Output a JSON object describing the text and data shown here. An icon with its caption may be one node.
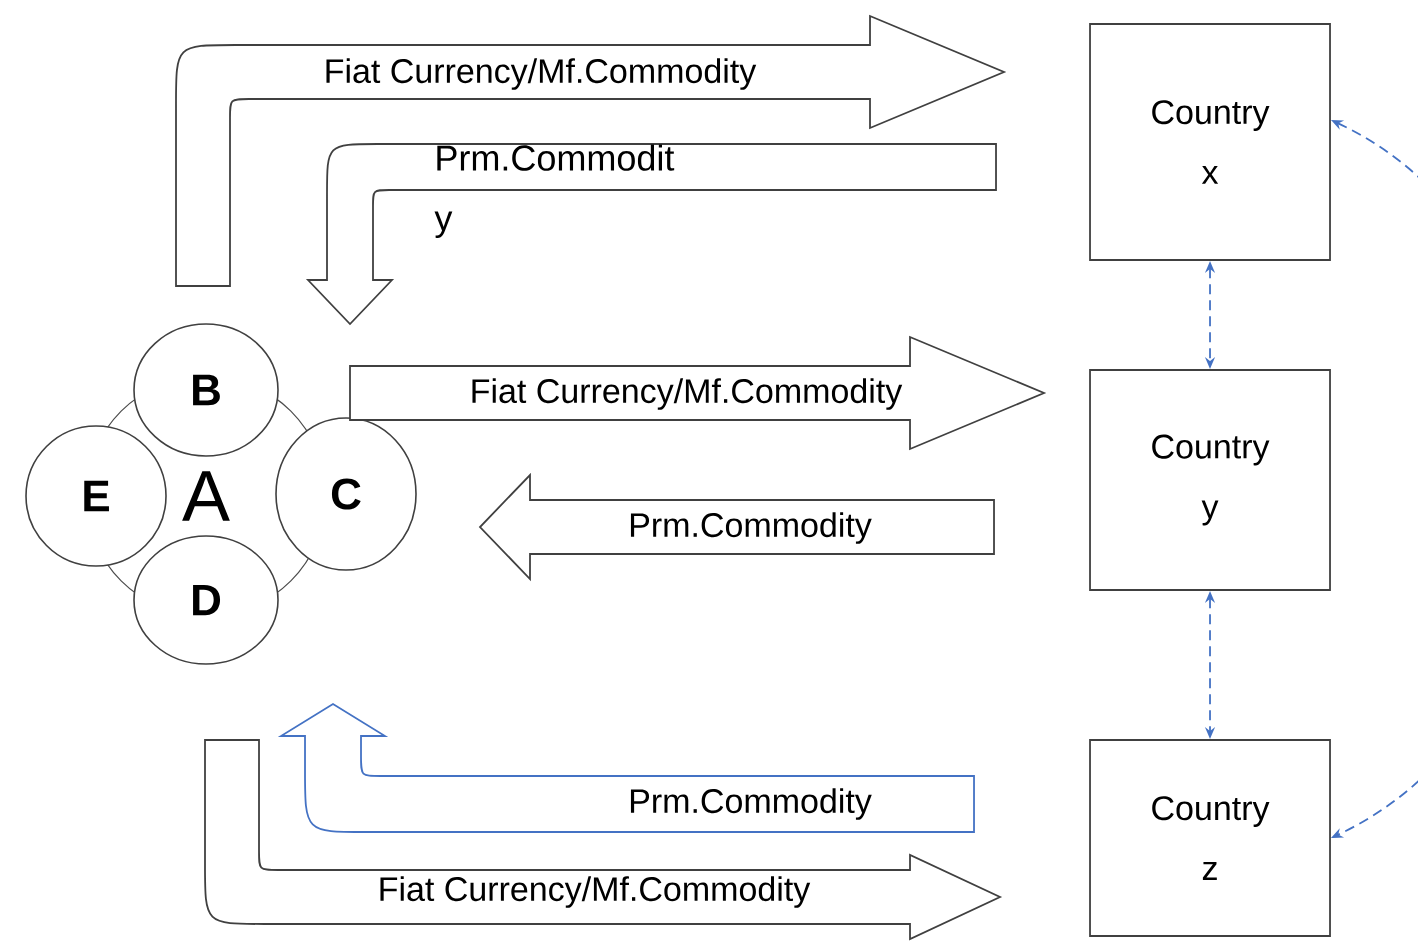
{
  "diagram": {
    "nodes": [
      {
        "text": [
          "A"
        ]
      },
      {
        "text": [
          "B"
        ]
      },
      {
        "text": [
          "C"
        ]
      },
      {
        "text": [
          "D"
        ]
      },
      {
        "text": [
          "E"
        ]
      },
      {
        "text": [
          "Country x"
        ]
      },
      {
        "text": [
          "Country y"
        ]
      },
      {
        "text": [
          "Country z"
        ]
      }
    ],
    "edges": [
      {
        "from": 0,
        "to": 5,
        "arrow": "to",
        "label": "Fiat Currency/Mf.Commodity"
      },
      {
        "from": 5,
        "to": 0,
        "arrow": "to",
        "label": "Prm.Commodit y"
      },
      {
        "from": 2,
        "to": 6,
        "arrow": "to",
        "label": "Fiat Currency/Mf.Commodity"
      },
      {
        "from": 6,
        "to": 2,
        "arrow": "to",
        "label": "Prm.Commodity"
      },
      {
        "from": 7,
        "to": 0,
        "arrow": "to",
        "label": "Prm.Commodity",
        "color": "#4472c4"
      },
      {
        "from": 0,
        "to": 7,
        "arrow": "to",
        "label": "Fiat Currency/Mf.Commodity"
      },
      {
        "from": 5,
        "to": 6,
        "arrow": "both",
        "style": "dashed",
        "color": "#4472c4"
      },
      {
        "from": 6,
        "to": 7,
        "arrow": "both",
        "style": "dashed",
        "color": "#4472c4"
      },
      {
        "from": 5,
        "to": 7,
        "arrow": "both",
        "style": "dashed",
        "color": "#4472c4"
      }
    ]
  }
}
